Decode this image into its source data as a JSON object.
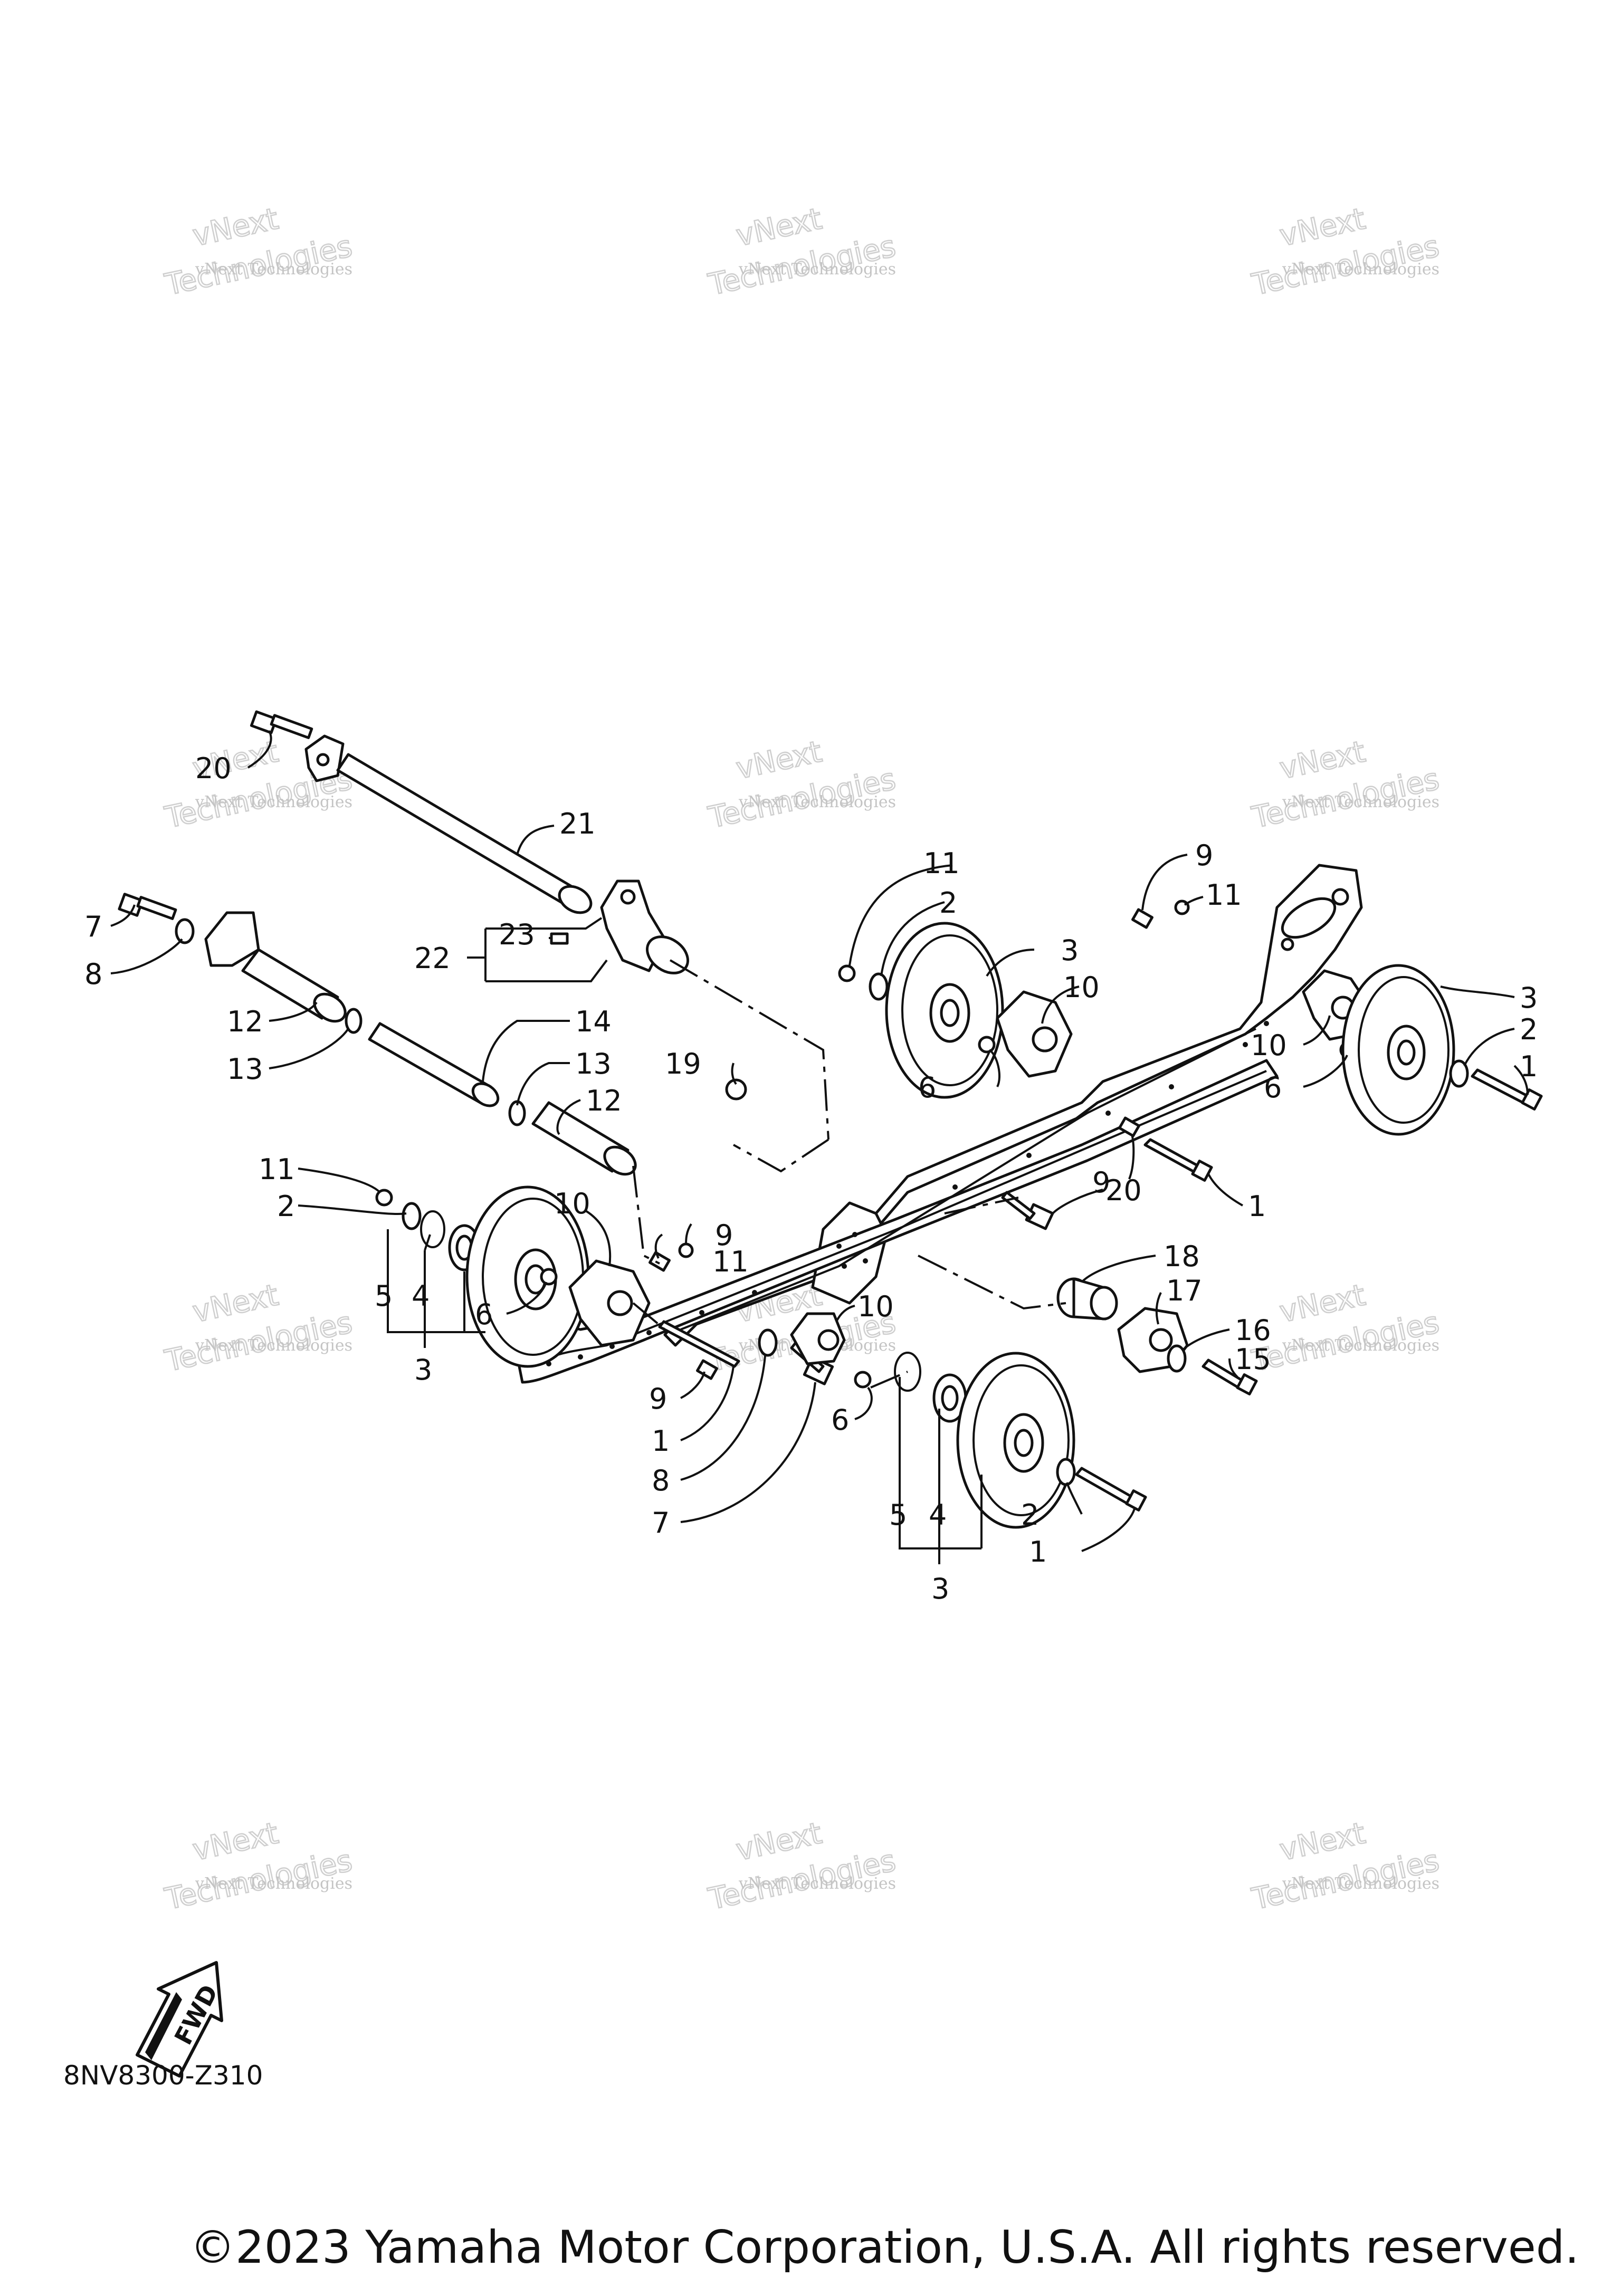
{
  "watermark": {
    "line1": "vNext Technologies",
    "big_a": "vNext",
    "big_b": "Technologies"
  },
  "labels": {
    "n1": "1",
    "n2": "2",
    "n3": "3",
    "n4": "4",
    "n5": "5",
    "n6": "6",
    "n7": "7",
    "n8": "8",
    "n9": "9",
    "n10": "10",
    "n11": "11",
    "n12": "12",
    "n13": "13",
    "n14": "14",
    "n15": "15",
    "n16": "16",
    "n17": "17",
    "n18": "18",
    "n19": "19",
    "n20": "20",
    "n21": "21",
    "n22": "22",
    "n23": "23"
  },
  "fwd_label": "FWD",
  "catalog_code": "8NV8300-Z310",
  "copyright": "©2023 Yamaha Motor Corporation, U.S.A. All rights reserved."
}
